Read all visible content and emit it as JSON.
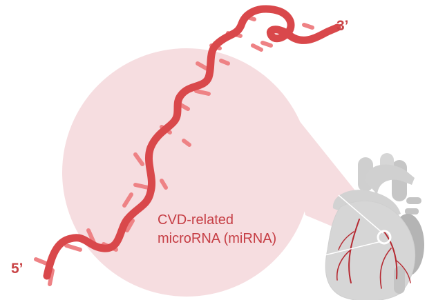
{
  "diagram": {
    "five_prime_label": "5’",
    "three_prime_label": "3’",
    "caption_line1": "CVD-related",
    "caption_line2": "microRNA (miRNA)",
    "colors": {
      "strand": "#d9484b",
      "base_tick": "#ee8285",
      "magnifier_fill": "#f6dde0",
      "label_text": "#c94446",
      "caption_text": "#c63e45",
      "heart_fill": "#d4d4d4",
      "heart_shade": "#b4b4b4",
      "heart_vessel": "#b52a32",
      "pin_ring": "#ffffff"
    },
    "icons": [
      "rna-strand-icon",
      "heart-icon",
      "magnifier-lens"
    ]
  }
}
